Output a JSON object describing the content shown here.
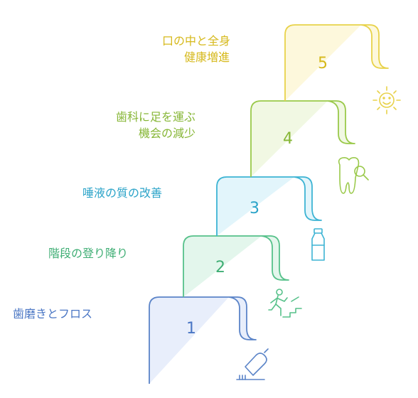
{
  "colors": {
    "s1": {
      "stroke": "#5b84c8",
      "fill": "#e8eefb",
      "text": "#4a76c4"
    },
    "s2": {
      "stroke": "#56c18a",
      "fill": "#e3f6ec",
      "text": "#3fae74"
    },
    "s3": {
      "stroke": "#3db4d4",
      "fill": "#e2f5fb",
      "text": "#2aa3c8"
    },
    "s4": {
      "stroke": "#9ac94a",
      "fill": "#f1f8e3",
      "text": "#86b635"
    },
    "s5": {
      "stroke": "#e8d24a",
      "fill": "#fdf8dc",
      "text": "#d6b91c"
    }
  },
  "steps": [
    {
      "number": "1",
      "label_lines": [
        "歯磨きとフロス"
      ],
      "icon": "toothbrush-toothpaste-icon"
    },
    {
      "number": "2",
      "label_lines": [
        "階段の登り降り"
      ],
      "icon": "stairs-climbing-icon"
    },
    {
      "number": "3",
      "label_lines": [
        "唾液の質の改善"
      ],
      "icon": "water-bottle-icon"
    },
    {
      "number": "4",
      "label_lines": [
        "歯科に足を運ぶ",
        "機会の減少"
      ],
      "icon": "tooth-magnifier-icon"
    },
    {
      "number": "5",
      "label_lines": [
        "口の中と全身",
        "健康増進"
      ],
      "icon": "sun-smile-icon"
    }
  ]
}
